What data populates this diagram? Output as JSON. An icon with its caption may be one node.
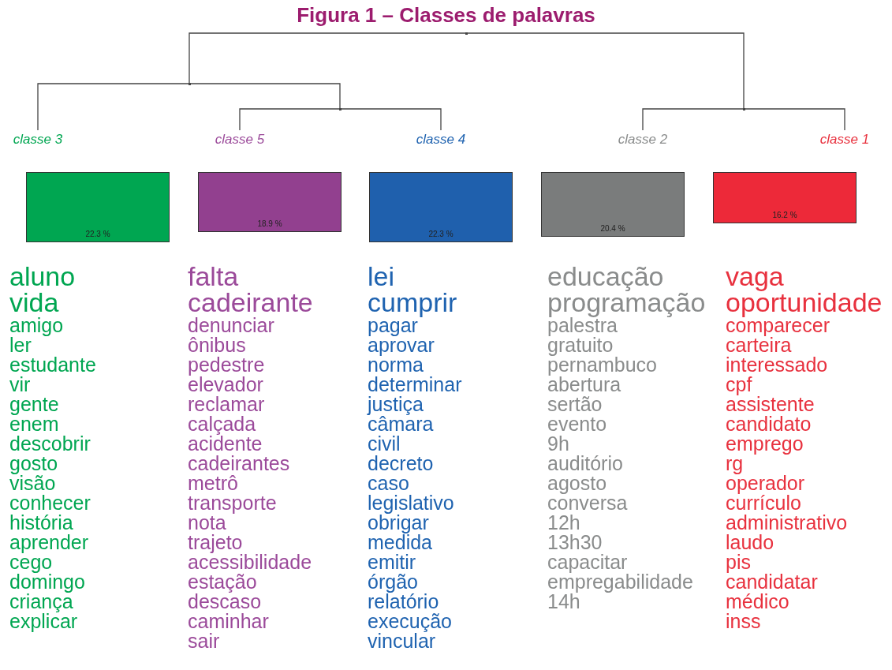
{
  "diagram": {
    "title": "Figura 1 – Classes de palavras",
    "nodes": [
      {
        "text": [],
        "shape": "point"
      },
      {
        "text": [],
        "shape": "point"
      },
      {
        "text": [],
        "shape": "point"
      },
      {
        "text": [],
        "shape": "point"
      },
      {
        "text": [
          "classe 3"
        ]
      },
      {
        "text": [
          "classe 5"
        ]
      },
      {
        "text": [
          "classe 4"
        ]
      },
      {
        "text": [
          "classe 2"
        ]
      },
      {
        "text": [
          "classe 1"
        ]
      },
      {
        "text": [
          "22.3 %"
        ],
        "beside": [
          "aluno",
          "vida",
          "amigo",
          "ler",
          "estudante",
          "vir",
          "gente",
          "enem",
          "descobrir",
          "gosto",
          "visão",
          "conhecer",
          "história",
          "aprender",
          "cego",
          "domingo",
          "criança",
          "explicar"
        ]
      },
      {
        "text": [
          "18.9 %"
        ],
        "beside": [
          "falta",
          "cadeirante",
          "denunciar",
          "ônibus",
          "pedestre",
          "elevador",
          "reclamar",
          "calçada",
          "acidente",
          "cadeirantes",
          "metrô",
          "transporte",
          "nota",
          "trajeto",
          "acessibilidade",
          "estação",
          "descaso",
          "caminhar",
          "sair"
        ]
      },
      {
        "text": [
          "22.3 %"
        ],
        "beside": [
          "lei",
          "cumprir",
          "pagar",
          "aprovar",
          "norma",
          "determinar",
          "justiça",
          "câmara",
          "civil",
          "decreto",
          "caso",
          "legislativo",
          "obrigar",
          "medida",
          "emitir",
          "órgão",
          "relatório",
          "execução",
          "vincular"
        ]
      },
      {
        "text": [
          "20.4 %"
        ],
        "beside": [
          "educação",
          "programação",
          "palestra",
          "gratuito",
          "pernambuco",
          "abertura",
          "sertão",
          "evento",
          "9h",
          "auditório",
          "agosto",
          "conversa",
          "12h",
          "13h30",
          "capacitar",
          "empregabilidade",
          "14h"
        ]
      },
      {
        "text": [
          "16.2 %"
        ],
        "beside": [
          "vaga",
          "oportunidade",
          "comparecer",
          "carteira",
          "interessado",
          "cpf",
          "assistente",
          "candidato",
          "emprego",
          "rg",
          "operador",
          "currículo",
          "administrativo",
          "laudo",
          "pis",
          "candidatar",
          "médico",
          "inss"
        ]
      }
    ],
    "edges": [
      {
        "from": 0,
        "to": 1,
        "arrow": "none"
      },
      {
        "from": 0,
        "to": 2,
        "arrow": "none"
      },
      {
        "from": 1,
        "to": 4,
        "arrow": "none"
      },
      {
        "from": 1,
        "to": 3,
        "arrow": "none"
      },
      {
        "from": 3,
        "to": 5,
        "arrow": "none"
      },
      {
        "from": 3,
        "to": 6,
        "arrow": "none"
      },
      {
        "from": 2,
        "to": 7,
        "arrow": "none"
      },
      {
        "from": 2,
        "to": 8,
        "arrow": "none"
      }
    ]
  }
}
